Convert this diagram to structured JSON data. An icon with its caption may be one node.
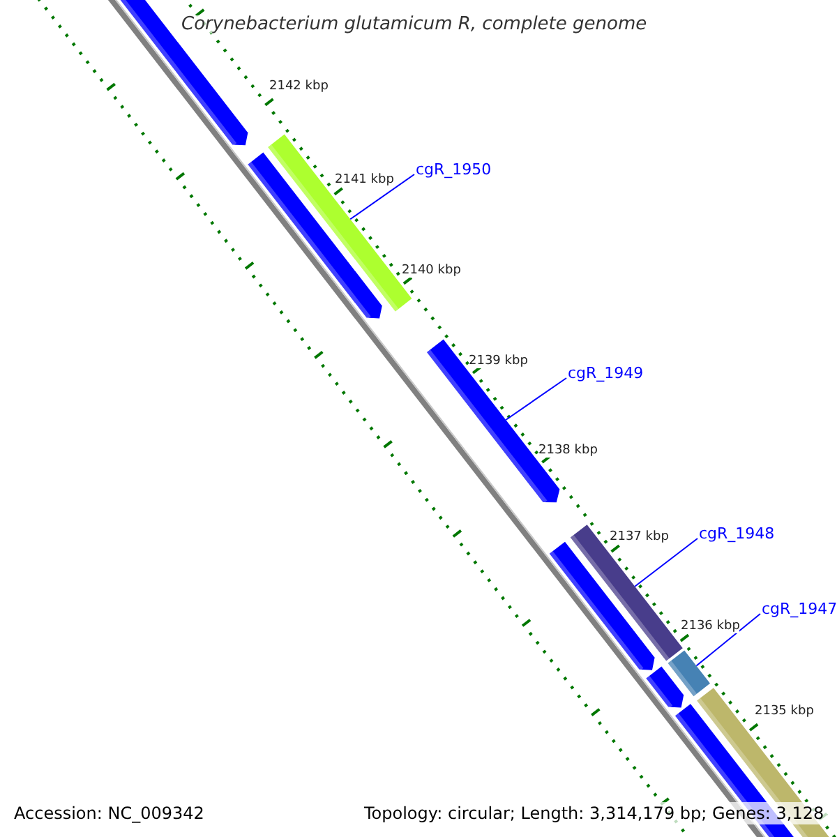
{
  "diagram": {
    "title": "Corynebacterium glutamicum R, complete genome",
    "nodes": [
      {
        "text": [
          "cgR_1950"
        ]
      },
      {
        "text": [],
        "shape": "bar"
      },
      {
        "text": [
          "cgR_1949"
        ]
      },
      {
        "text": [],
        "shape": "bar"
      },
      {
        "text": [
          "cgR_1948"
        ]
      },
      {
        "text": [],
        "shape": "bar"
      },
      {
        "text": [
          "cgR_1947"
        ]
      },
      {
        "text": [],
        "shape": "bar"
      }
    ],
    "edges": [
      {
        "from": 0,
        "to": 1,
        "arrow": "none"
      },
      {
        "from": 2,
        "to": 3,
        "arrow": "none"
      },
      {
        "from": 4,
        "to": 5,
        "arrow": "none"
      },
      {
        "from": 6,
        "to": 7,
        "arrow": "none"
      }
    ],
    "labels": [
      "2142 kbp",
      "2141 kbp",
      "2140 kbp",
      "2139 kbp",
      "2138 kbp",
      "2137 kbp",
      "2136 kbp",
      "2135 kbp",
      "Accession: NC_009342",
      "Topology: circular; Length: 3,314,179 bp; Genes: 3,128"
    ]
  }
}
